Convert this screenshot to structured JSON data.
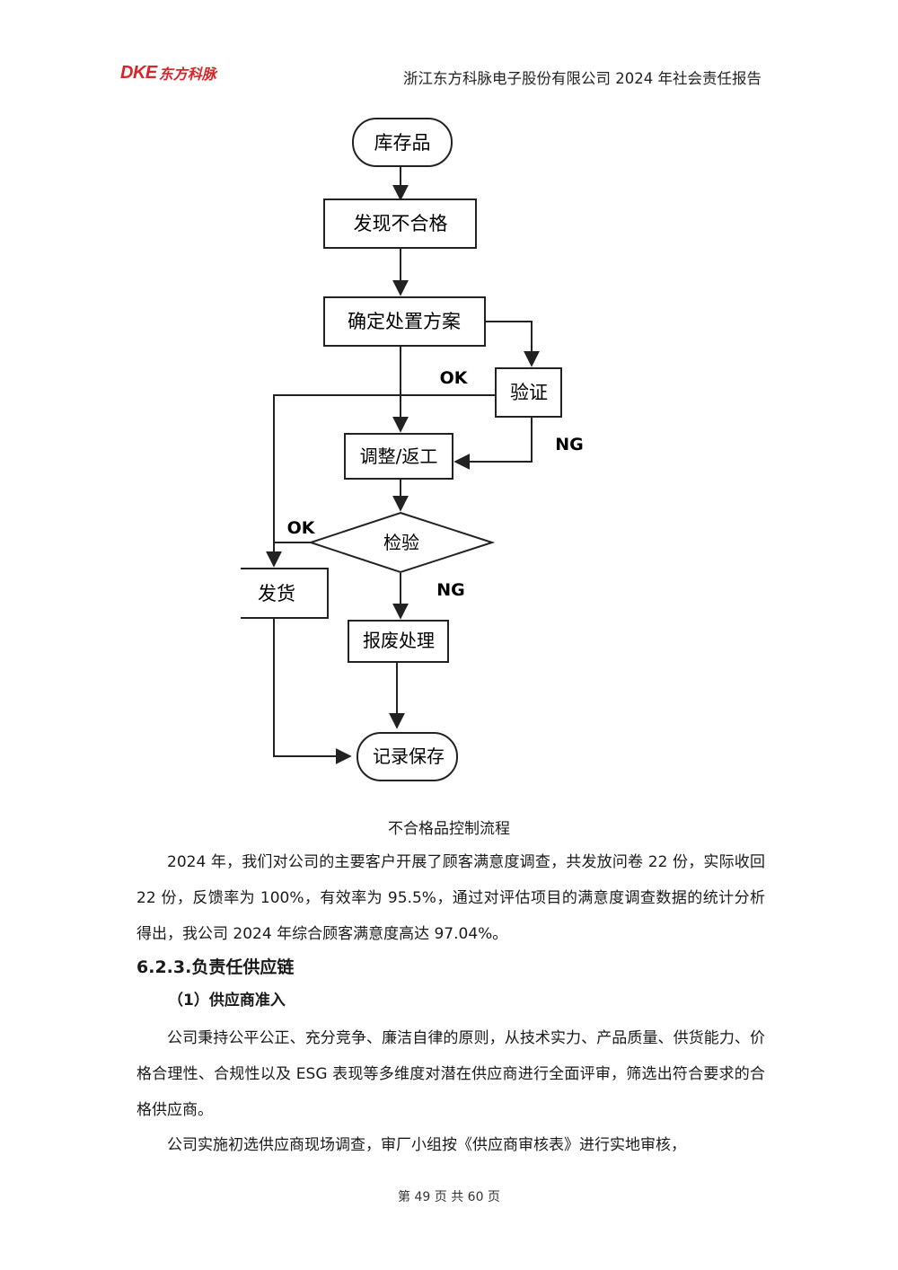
{
  "header": {
    "logo_latin": "DKE",
    "logo_chinese": "东方科脉",
    "title": "浙江东方科脉电子股份有限公司 2024 年社会责任报告"
  },
  "flowchart": {
    "nodes": {
      "inventory": "库存品",
      "found_nonconforming": "发现不合格",
      "determine_plan": "确定处置方案",
      "verify": "验证",
      "adjust_rework": "调整/返工",
      "inspect": "检验",
      "ship": "发货",
      "scrap": "报废处理",
      "record_save": "记录保存"
    },
    "labels": {
      "ok_verify": "OK",
      "ng_verify": "NG",
      "ok_inspect": "OK",
      "ng_inspect": "NG"
    }
  },
  "caption": "不合格品控制流程",
  "paragraphs": {
    "survey": "2024 年，我们对公司的主要客户开展了顾客满意度调查，共发放问卷 22 份，实际收回 22 份，反馈率为 100%，有效率为 95.5%，通过对评估项目的满意度调查数据的统计分析得出，我公司 2024 年综合顾客满意度高达 97.04%。",
    "section_title": "6.2.3.负责任供应链",
    "subsection_title": "（1）供应商准入",
    "supplier_1": "公司秉持公平公正、充分竞争、廉洁自律的原则，从技术实力、产品质量、供货能力、价格合理性、合规性以及 ESG 表现等多维度对潜在供应商进行全面评审，筛选出符合要求的合格供应商。",
    "supplier_2": "公司实施初选供应商现场调查，审厂小组按《供应商审核表》进行实地审核，"
  },
  "footer": "第 49 页 共 60 页"
}
